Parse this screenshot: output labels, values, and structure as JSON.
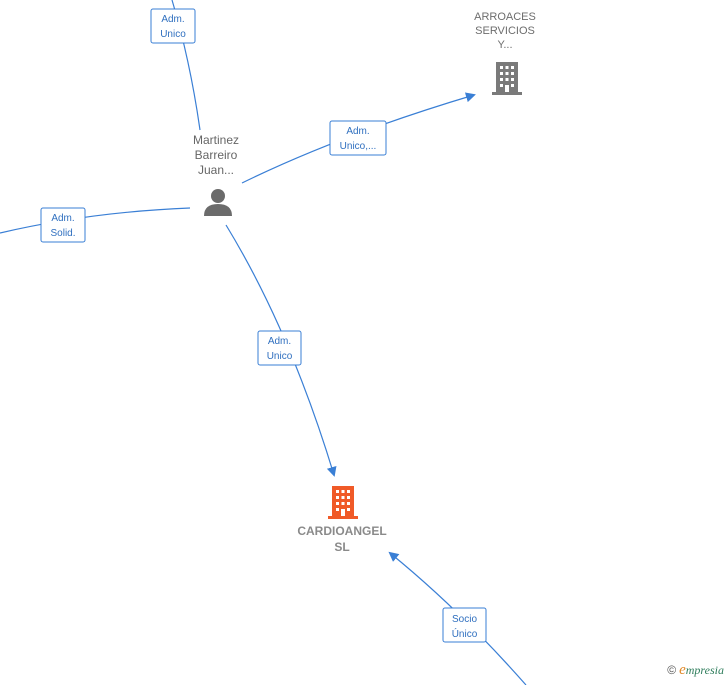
{
  "nodes": {
    "person": {
      "lines": [
        "Martinez",
        "Barreiro",
        "Juan..."
      ],
      "icon": "person-icon"
    },
    "arroaces": {
      "lines": [
        "ARROACES",
        "SERVICIOS",
        "Y..."
      ],
      "icon": "building-icon"
    },
    "cardioangel": {
      "lines": [
        "CARDIOANGEL",
        "SL"
      ],
      "icon": "building-icon",
      "color": "#f05a28"
    }
  },
  "edges": {
    "top": [
      "Adm.",
      "Unico"
    ],
    "to_arroaces": [
      "Adm.",
      "Unico,..."
    ],
    "left": [
      "Adm.",
      "Solid."
    ],
    "to_cardio": [
      "Adm.",
      "Unico"
    ],
    "bottom": [
      "Socio",
      "Único"
    ]
  },
  "colors": {
    "edge": "#3a7fd5",
    "company_icon": "#7a7a7a",
    "main_icon": "#f05a28",
    "person_icon": "#6b6b6b"
  },
  "footer": {
    "copyright": "©",
    "brand_initial": "e",
    "brand_rest": "mpresia"
  }
}
